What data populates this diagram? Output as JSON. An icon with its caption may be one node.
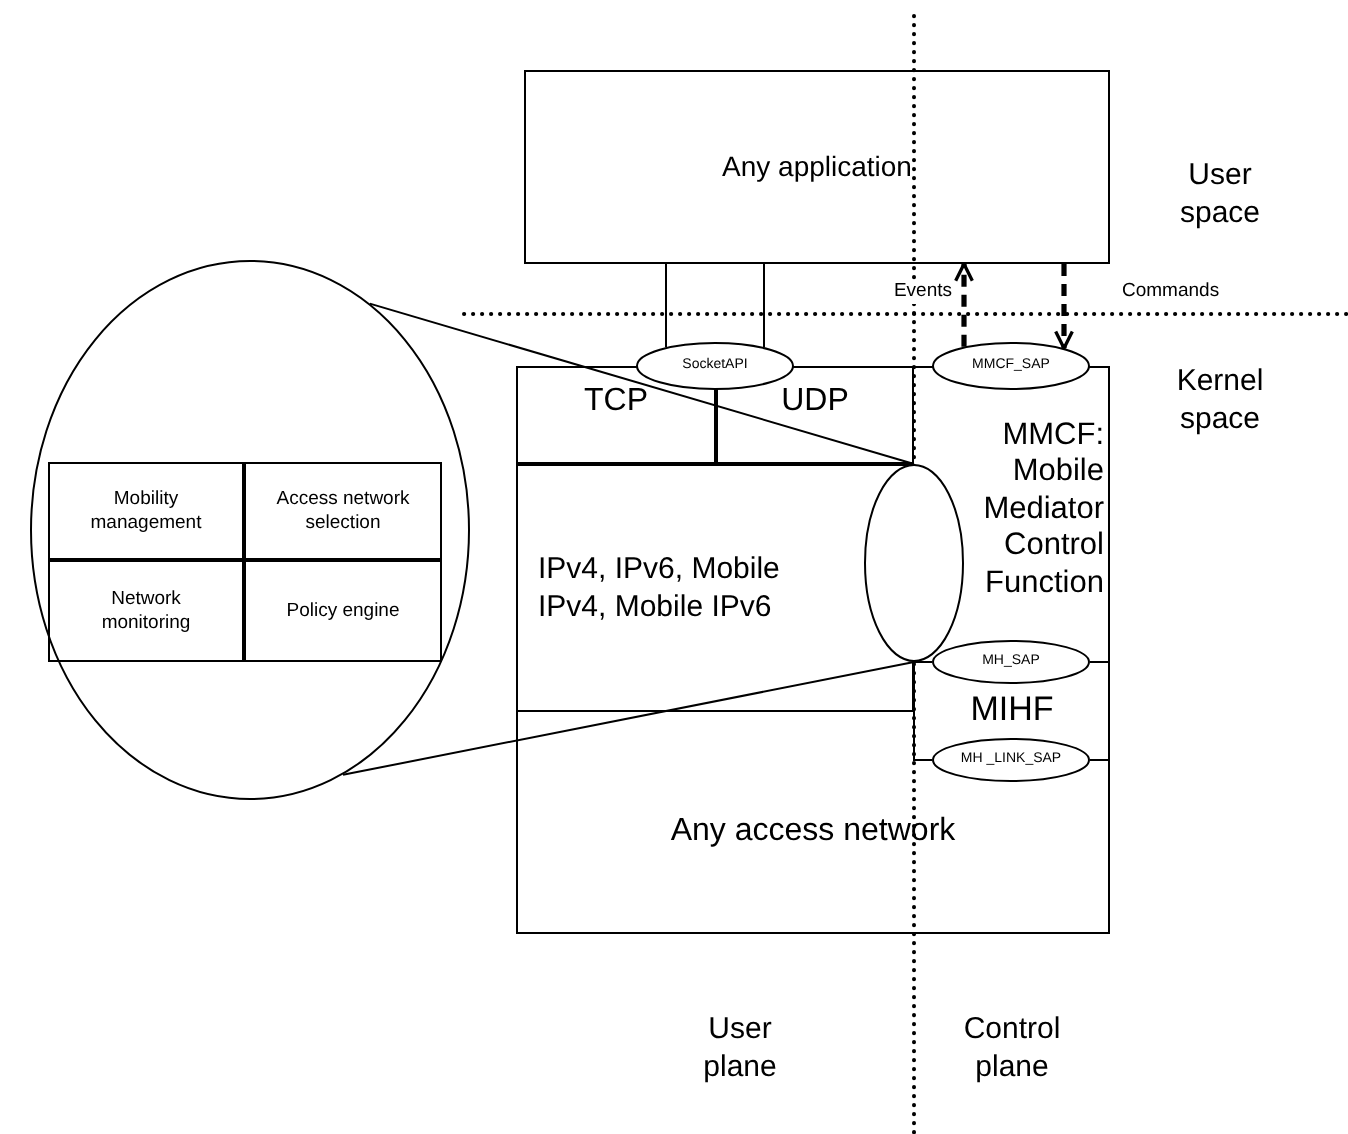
{
  "diagram": {
    "nodes": [
      {
        "text": [
          "Any application"
        ]
      },
      {
        "text": [],
        "shape": "box"
      },
      {
        "text": [
          "TCP"
        ],
        "in": 1
      },
      {
        "text": [
          "UDP"
        ],
        "in": 1
      },
      {
        "text": [
          "IPv4, IPv6, Mobile IPv4, Mobile IPv6"
        ],
        "in": 1
      },
      {
        "text": [
          "Any access network"
        ],
        "in": 1
      },
      {
        "text": [
          "MMCF: Mobile Mediator Control Function"
        ],
        "in": 1
      },
      {
        "text": [
          "MIHF"
        ],
        "in": 1
      },
      {
        "text": [
          "SocketAPI"
        ]
      },
      {
        "text": [
          "MMCF_SAP"
        ]
      },
      {
        "text": [
          "MH_SAP"
        ],
        "in": 1
      },
      {
        "text": [
          "MH _LINK_SAP"
        ],
        "in": 1
      },
      {
        "text": [],
        "shape": "ellipse",
        "in": 1
      },
      {
        "text": [],
        "shape": "circle"
      },
      {
        "text": [
          "Mobility management"
        ],
        "in": 13
      },
      {
        "text": [
          "Access network selection"
        ],
        "in": 13
      },
      {
        "text": [
          "Network monitoring"
        ],
        "in": 13
      },
      {
        "text": [
          "Policy engine"
        ],
        "in": 13
      }
    ],
    "edges": [
      {
        "from": 0,
        "to": 8,
        "arrow": "none"
      },
      {
        "from": 0,
        "to": 8,
        "arrow": "none"
      },
      {
        "from": 9,
        "to": 0,
        "arrow": "to",
        "label": "Events",
        "style": "dashed"
      },
      {
        "from": 0,
        "to": 9,
        "arrow": "to",
        "label": "Commands",
        "style": "dashed"
      },
      {
        "from": 13,
        "to": 12,
        "arrow": "none"
      },
      {
        "from": 13,
        "to": 12,
        "arrow": "none"
      },
      {
        "from": 12,
        "to": 10,
        "arrow": "none"
      },
      {
        "from": 12,
        "to": 11,
        "arrow": "none"
      },
      {
        "from": 10,
        "to": 1,
        "arrow": "none"
      },
      {
        "from": 11,
        "to": 1,
        "arrow": "none"
      }
    ],
    "labels": [
      "User space",
      "Kernel space",
      "User plane",
      "Control plane"
    ]
  }
}
